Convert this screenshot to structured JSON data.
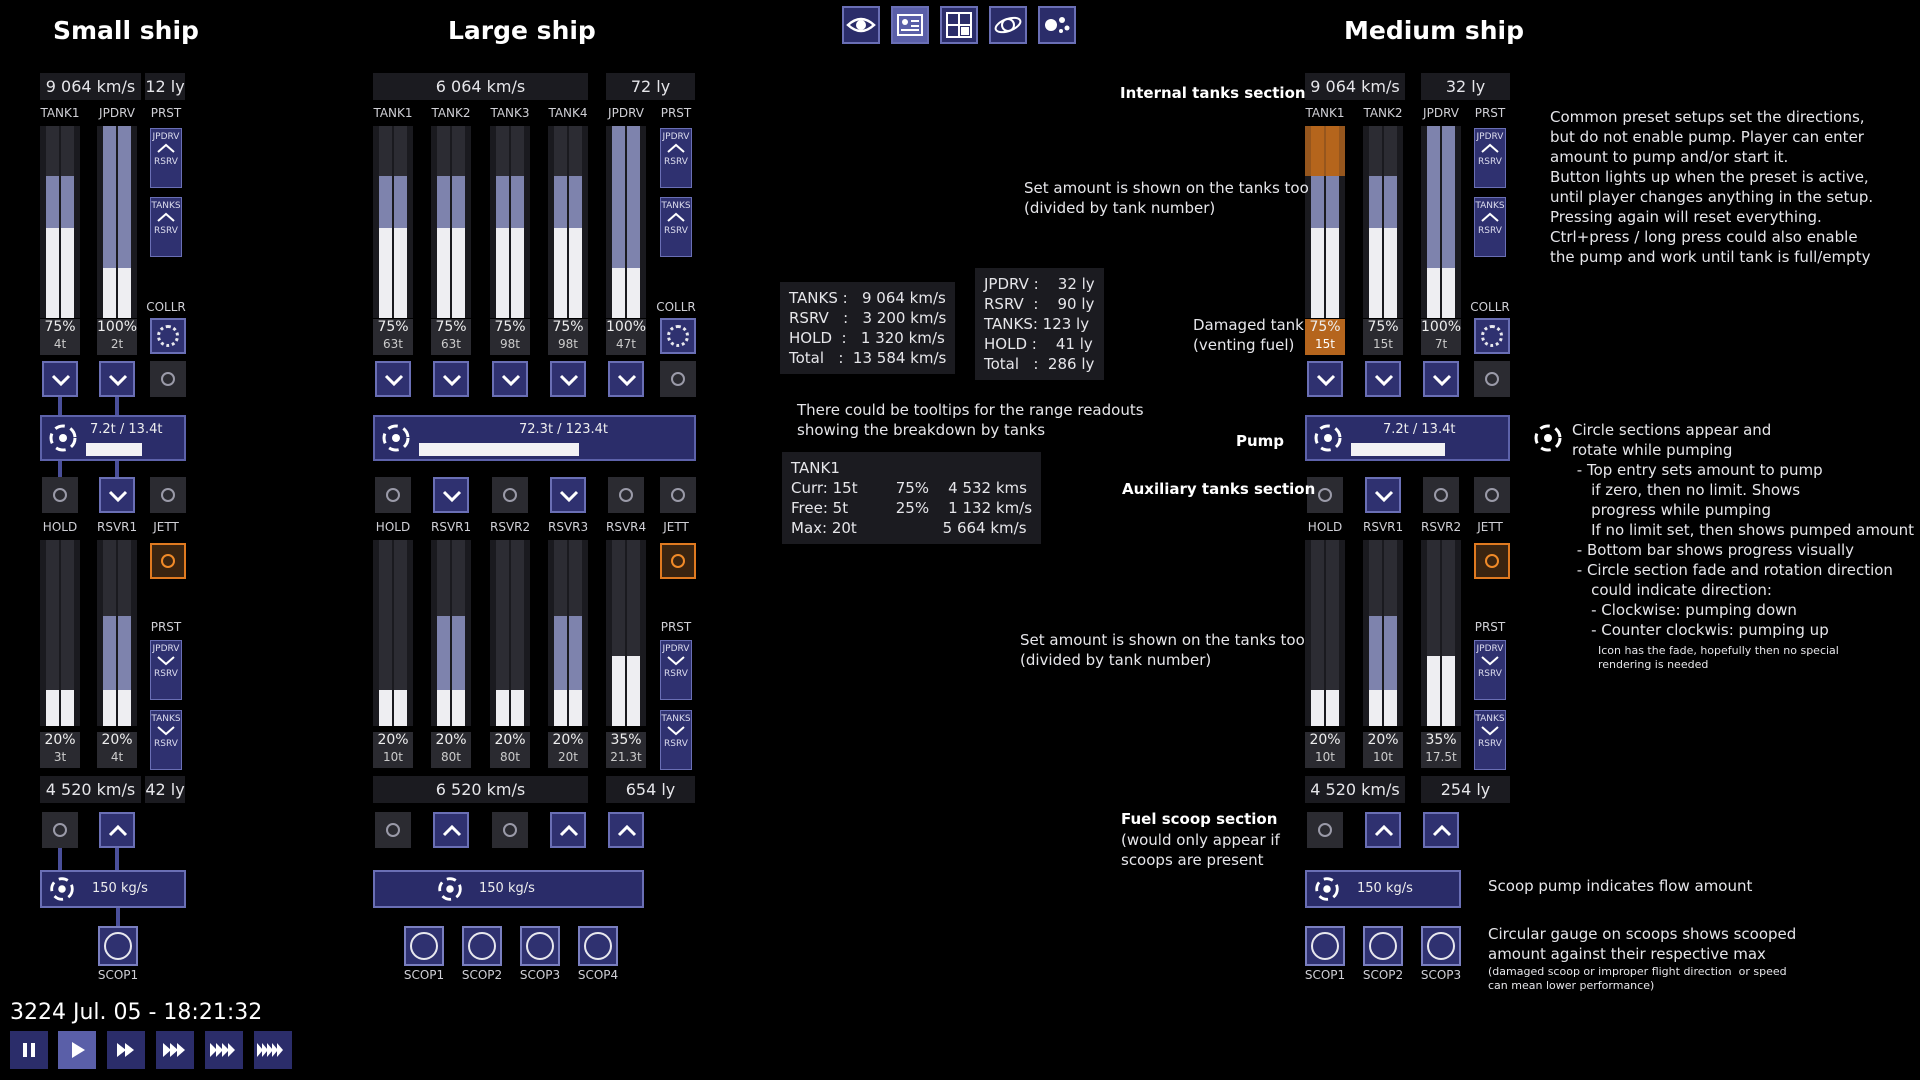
{
  "top_buttons": [
    {
      "name": "eye-icon",
      "active": false
    },
    {
      "name": "id-card-icon",
      "active": true
    },
    {
      "name": "grid-icon",
      "active": false
    },
    {
      "name": "orbit-icon",
      "active": false
    },
    {
      "name": "system-map-icon",
      "active": false
    }
  ],
  "small_ship": {
    "title": "Small ship",
    "top_speed": "9 064 km/s",
    "top_range": "12 ly",
    "top_labels": [
      "TANK1",
      "JPDRV",
      "PRST"
    ],
    "top_tanks": [
      {
        "pct": "75%",
        "ton": "4t"
      },
      {
        "pct": "100%",
        "ton": "2t"
      }
    ],
    "collr": "COLLR",
    "pump": "7.2t / 13.4t",
    "bottom_labels": [
      "HOLD",
      "RSVR1",
      "JETT"
    ],
    "prst": "PRST",
    "bottom_tanks": [
      {
        "pct": "20%",
        "ton": "3t"
      },
      {
        "pct": "20%",
        "ton": "4t"
      }
    ],
    "bottom_speed": "4 520 km/s",
    "bottom_range": "42 ly",
    "scoop_pump": "150 kg/s",
    "scoops": [
      "SCOP1"
    ]
  },
  "large_ship": {
    "title": "Large ship",
    "top_speed": "6 064 km/s",
    "top_range": "72 ly",
    "top_labels": [
      "TANK1",
      "TANK2",
      "TANK3",
      "TANK4",
      "JPDRV",
      "PRST"
    ],
    "top_tanks": [
      {
        "pct": "75%",
        "ton": "63t"
      },
      {
        "pct": "75%",
        "ton": "63t"
      },
      {
        "pct": "75%",
        "ton": "98t"
      },
      {
        "pct": "75%",
        "ton": "98t"
      },
      {
        "pct": "100%",
        "ton": "47t"
      }
    ],
    "collr": "COLLR",
    "pump": "72.3t / 123.4t",
    "bottom_labels": [
      "HOLD",
      "RSVR1",
      "RSVR2",
      "RSVR3",
      "RSVR4",
      "JETT"
    ],
    "prst": "PRST",
    "bottom_tanks": [
      {
        "pct": "20%",
        "ton": "10t"
      },
      {
        "pct": "20%",
        "ton": "80t"
      },
      {
        "pct": "20%",
        "ton": "80t"
      },
      {
        "pct": "20%",
        "ton": "20t"
      },
      {
        "pct": "35%",
        "ton": "21.3t"
      }
    ],
    "bottom_speed": "6 520 km/s",
    "bottom_range": "654 ly",
    "scoop_pump": "150 kg/s",
    "scoops": [
      "SCOP1",
      "SCOP2",
      "SCOP3",
      "SCOP4"
    ]
  },
  "medium_ship": {
    "title": "Medium ship",
    "top_speed": "9 064 km/s",
    "top_range": "32 ly",
    "top_labels": [
      "TANK1",
      "TANK2",
      "JPDRV",
      "PRST"
    ],
    "top_tanks": [
      {
        "pct": "75%",
        "ton": "15t"
      },
      {
        "pct": "75%",
        "ton": "15t"
      },
      {
        "pct": "100%",
        "ton": "7t"
      }
    ],
    "collr": "COLLR",
    "pump": "7.2t / 13.4t",
    "bottom_labels": [
      "HOLD",
      "RSVR1",
      "RSVR2",
      "JETT"
    ],
    "prst": "PRST",
    "bottom_tanks": [
      {
        "pct": "20%",
        "ton": "10t"
      },
      {
        "pct": "20%",
        "ton": "10t"
      },
      {
        "pct": "35%",
        "ton": "17.5t"
      }
    ],
    "bottom_speed": "4 520 km/s",
    "bottom_range": "254 ly",
    "scoop_pump": "150 kg/s",
    "scoops": [
      "SCOP1",
      "SCOP2",
      "SCOP3"
    ]
  },
  "preset_labels": {
    "jpdrv": "JPDRV",
    "rsrv": "RSRV",
    "tanks": "TANKS"
  },
  "tooltip_range": {
    "left": "TANKS :   9 064 km/s\nRSRV   :   3 200 km/s\nHOLD  :   1 320 km/s\nTotal   :  13 584 km/s",
    "right": "JPDRV :    32 ly\nRSRV  :    90 ly\nTANKS: 123 ly\nHOLD :    41 ly\nTotal   :  286 ly"
  },
  "tooltip_note": "There could be tooltips for the range readouts\nshowing the breakdown by tanks",
  "tooltip_tank": "TANK1\nCurr: 15t        75%    4 532 kms\nFree: 5t          25%    1 132 km/s\nMax: 20t                  5 664 km/s",
  "notes": {
    "internal_tanks": "Internal tanks section",
    "set_amount_1": "Set amount is shown on the tanks too\n(divided by tank number)",
    "damaged_tank": "Damaged tank\n(venting fuel)",
    "pump": "Pump",
    "auxiliary_tanks": "Auxiliary tanks section",
    "set_amount_2": "Set amount is shown on the tanks too\n(divided by tank number)",
    "fuel_scoop_title": "Fuel scoop section",
    "fuel_scoop_body": "(would only appear if\nscoops are present",
    "preset_note": "Common preset setups set the directions,\nbut do not enable pump. Player can enter\namount to pump and/or start it.\nButton lights up when the preset is active,\nuntil player changes anything in the setup.\nPressing again will reset everything.\nCtrl+press / long press could also enable\nthe pump and work until tank is full/empty",
    "circle_note": "Circle sections appear and\nrotate while pumping\n - Top entry sets amount to pump\n    if zero, then no limit. Shows\n    progress while pumping\n    If no limit set, then shows pumped amount\n - Bottom bar shows progress visually\n - Circle section fade and rotation direction\n    could indicate direction:\n    - Clockwise: pumping down\n    - Counter clockwis: pumping up",
    "circle_note_small": "Icon has the fade, hopefully then no special\nrendering is needed",
    "scoop_pump_note": "Scoop pump indicates flow amount",
    "scoop_gauge_note": "Circular gauge on scoops shows scooped\namount against their respective max",
    "scoop_gauge_small": "(damaged scoop or improper flight direction  or speed\ncan mean lower performance)"
  },
  "clock": "3224 Jul. 05 - 18:21:32",
  "time_controls": [
    {
      "name": "pause-icon",
      "active": false
    },
    {
      "name": "play-icon",
      "active": true
    },
    {
      "name": "fast-forward-2-icon",
      "active": false
    },
    {
      "name": "fast-forward-3-icon",
      "active": false
    },
    {
      "name": "fast-forward-4-icon",
      "active": false
    },
    {
      "name": "fast-forward-5-icon",
      "active": false
    }
  ],
  "colors": {
    "accent": "#5a5fa8",
    "panel": "#2b2d6a",
    "damaged": "#b5651d",
    "jettison": "#e07a20"
  }
}
